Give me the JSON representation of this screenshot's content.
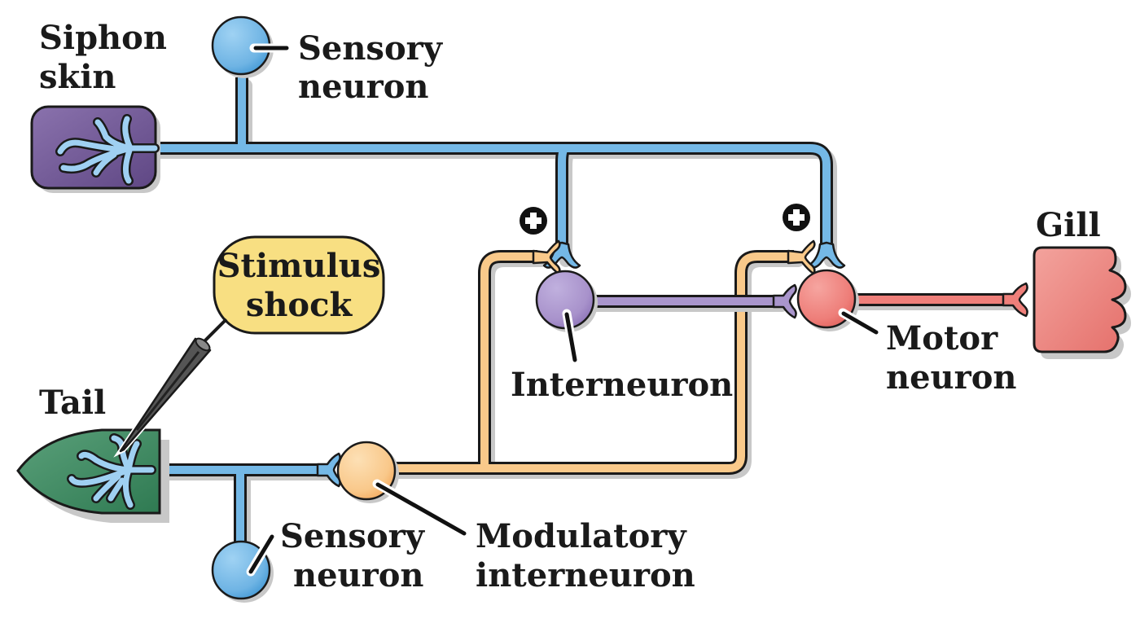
{
  "diagram": {
    "labels": {
      "siphon_skin_line1": "Siphon",
      "siphon_skin_line2": "skin",
      "sensory_top_line1": "Sensory",
      "sensory_top_line2": "neuron",
      "stimulus_line1": "Stimulus",
      "stimulus_line2": "shock",
      "tail": "Tail",
      "interneuron": "Interneuron",
      "motor_line1": "Motor",
      "motor_line2": "neuron",
      "gill": "Gill",
      "sensory_bottom_line1": "Sensory",
      "sensory_bottom_line2": "neuron",
      "modulatory_line1": "Modulatory",
      "modulatory_line2": "interneuron"
    },
    "markers": {
      "facilitation_symbol": "+"
    },
    "colors": {
      "sensory_blue": "#74b8e6",
      "siphon_purple": "#6d5591",
      "tail_green": "#3f8a63",
      "interneuron_lavender": "#a995cc",
      "motor_red": "#ef7f7a",
      "gill_pink": "#ec8a84",
      "modulatory_orange": "#f9c98a",
      "stimulus_yellow": "#f8df82"
    }
  }
}
